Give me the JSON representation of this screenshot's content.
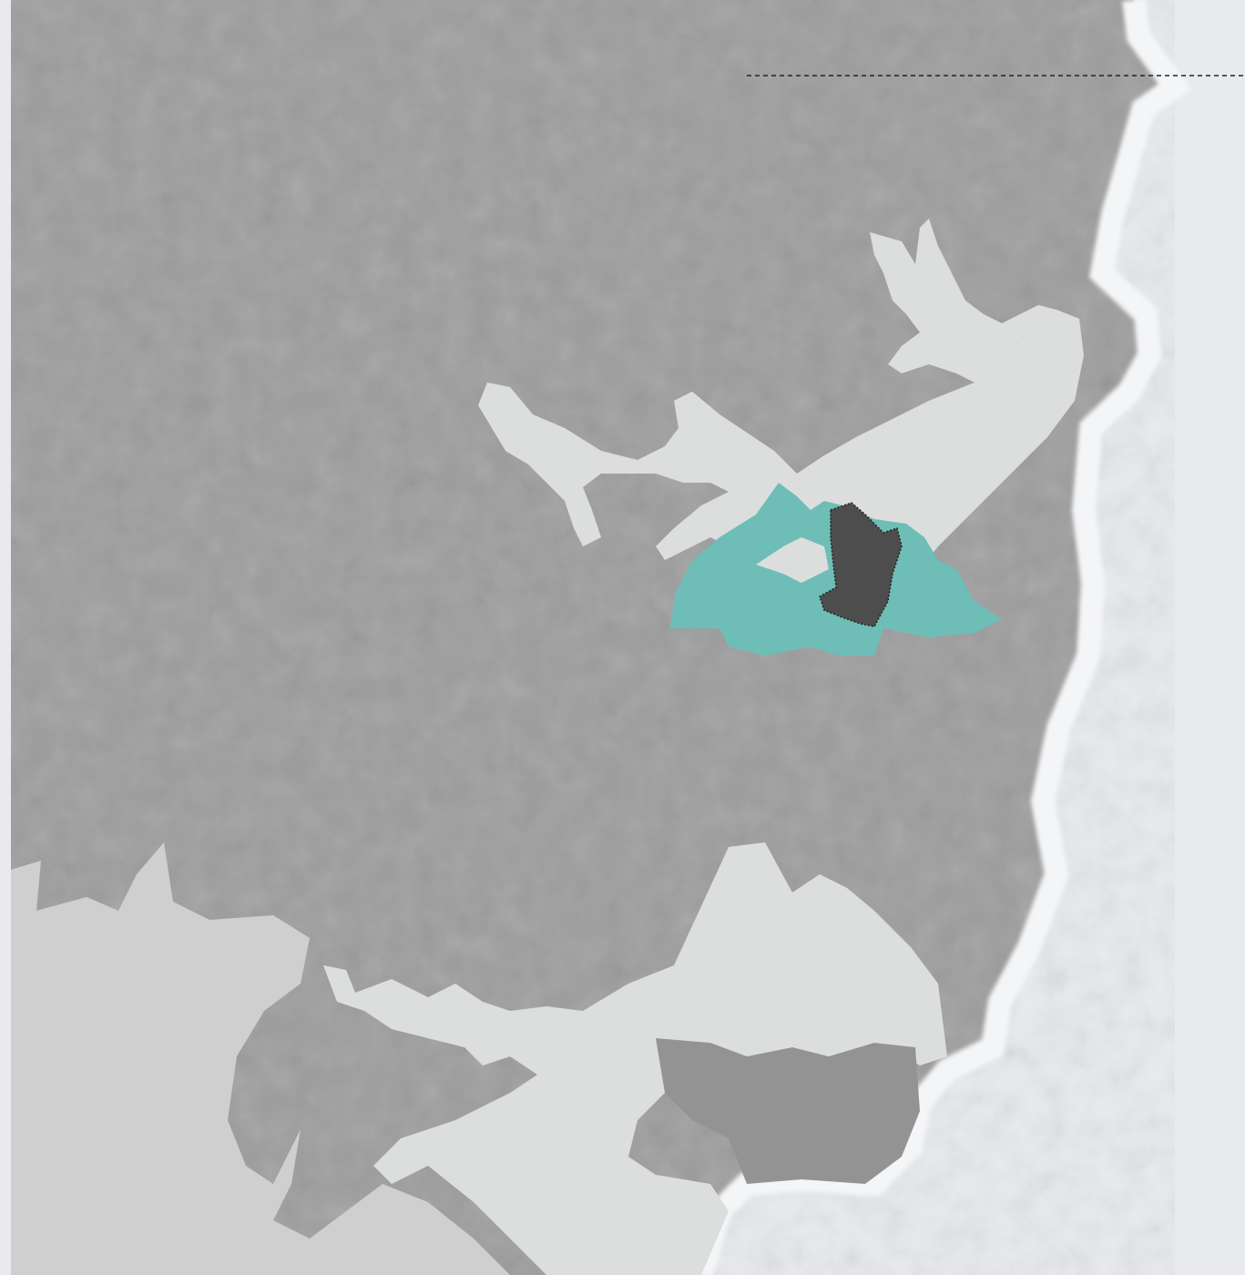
{
  "map": {
    "type": "regional-context-map",
    "colors": {
      "land": "#9d9d9d",
      "land_dark": "#8c8c8c",
      "water": "#dcdede",
      "ocean": "#e8eaee",
      "park": "#cfcfcf",
      "region_highlight": "#6fbdb7",
      "site": "#4d4d4d",
      "site_outline": "#222222",
      "leader_line": "#222222"
    },
    "layers": [
      "land",
      "harbour",
      "southern-bay",
      "western-river",
      "national-park",
      "ocean",
      "region",
      "site"
    ],
    "leader_line_style": "dashed"
  }
}
